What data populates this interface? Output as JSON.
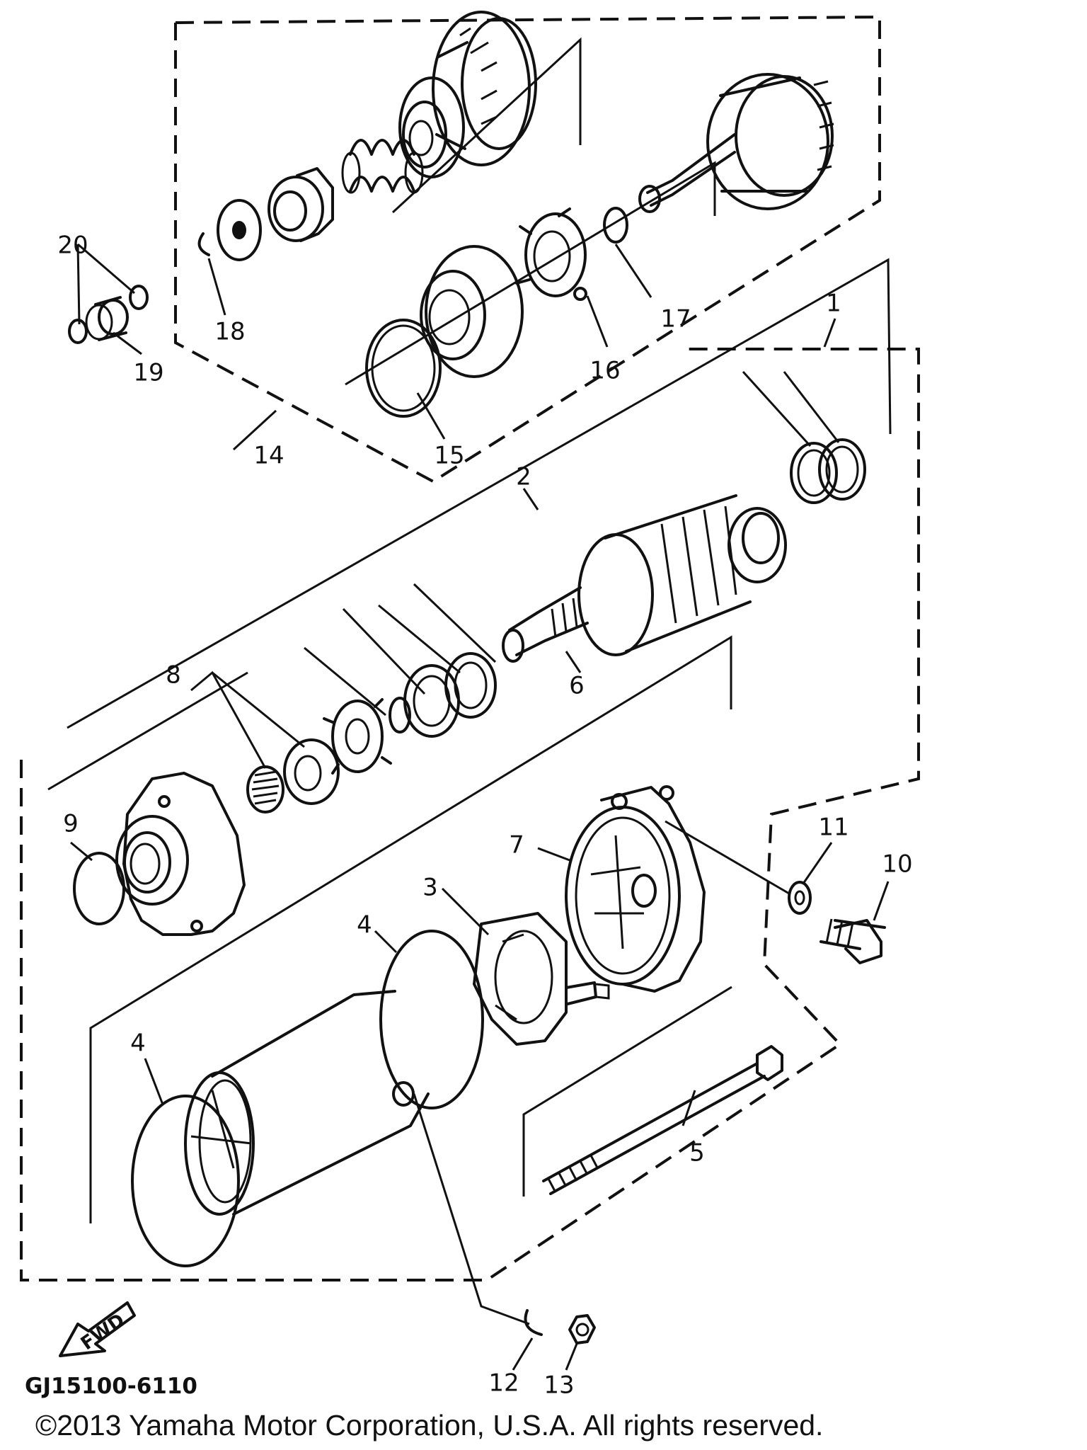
{
  "callouts": [
    "1",
    "2",
    "3",
    "4",
    "4",
    "5",
    "6",
    "7",
    "8",
    "9",
    "10",
    "11",
    "12",
    "13",
    "14",
    "15",
    "16",
    "17",
    "18",
    "19",
    "20"
  ],
  "drawing_code": "GJ15100-6110",
  "fwd_label": "FWD",
  "copyright": "©2013 Yamaha Motor Corporation, U.S.A. All rights reserved."
}
